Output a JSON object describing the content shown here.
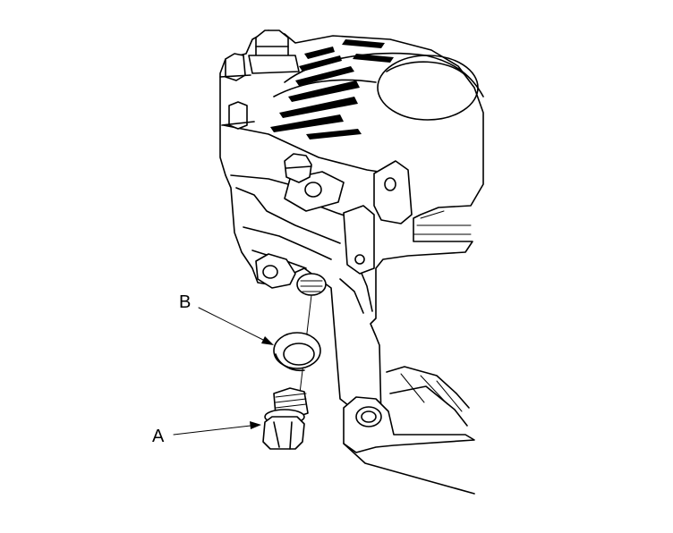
{
  "callouts": {
    "a": {
      "label": "A",
      "part": "drain-plug-bolt"
    },
    "b": {
      "label": "B",
      "part": "sealing-washer"
    }
  },
  "colors": {
    "line": "#000000",
    "background": "#ffffff"
  }
}
